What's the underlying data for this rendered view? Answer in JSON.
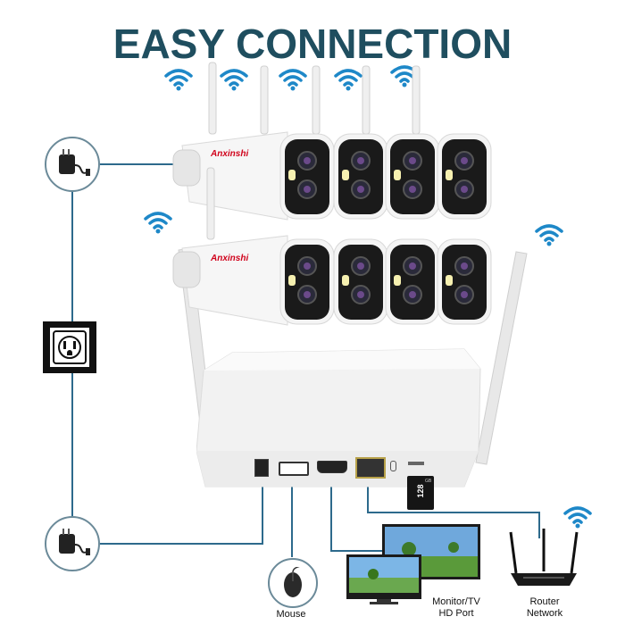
{
  "title": "EASY CONNECTION",
  "camera_brand": "Anxinshi",
  "sd_card": {
    "capacity": "128",
    "unit": "GB"
  },
  "labels": {
    "mouse": "Mouse",
    "monitor_line1": "Monitor/TV",
    "monitor_line2": "HD Port",
    "router_line1": "Router",
    "router_line2": "Network"
  },
  "colors": {
    "title": "#1f4e5f",
    "wifi": "#1e88c8",
    "line": "#2d6a8c",
    "brand": "#d0021b"
  },
  "icons": [
    "wifi-icon",
    "power-adapter-icon",
    "power-outlet-icon",
    "mouse-icon",
    "monitor-icon",
    "router-icon",
    "sd-card-icon"
  ]
}
